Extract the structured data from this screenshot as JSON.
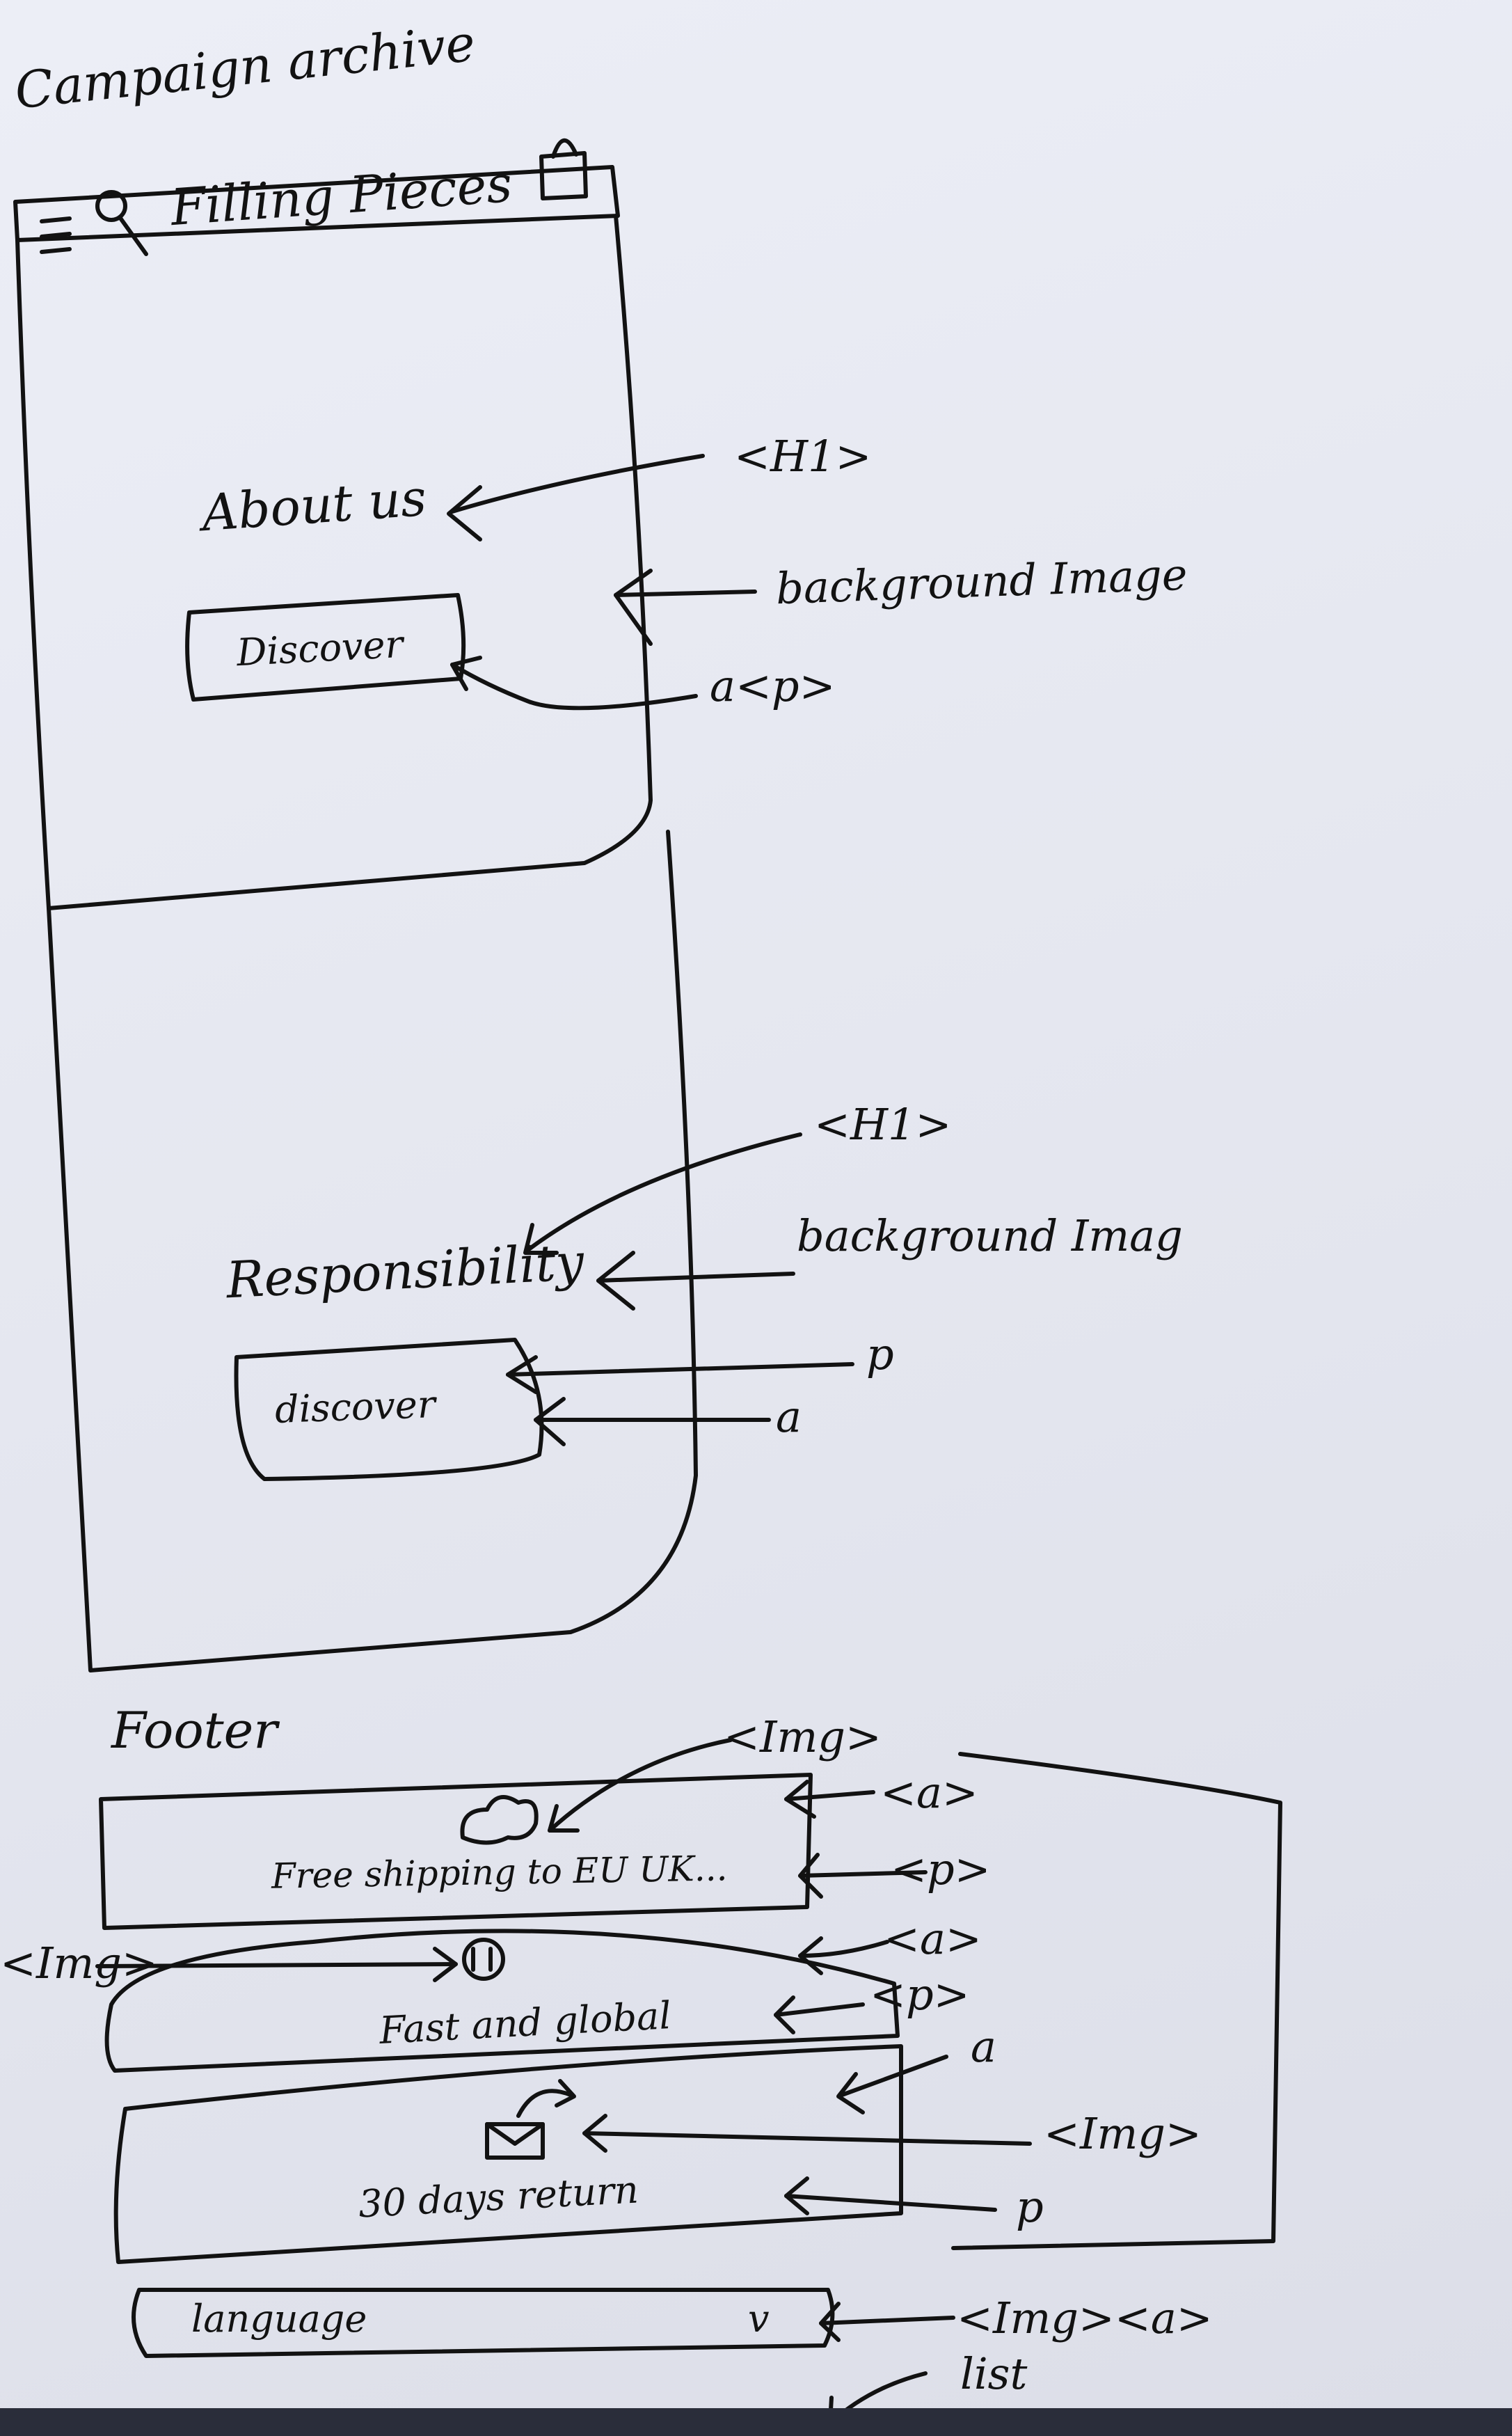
{
  "page_title": "Campaign archive",
  "header": {
    "brand": "Filling Pieces"
  },
  "hero1": {
    "heading": "About us",
    "button": "Discover"
  },
  "hero2": {
    "heading": "Responsibility",
    "button": "discover"
  },
  "annotations": {
    "h1_a": "<H1>",
    "bg_a": "background Image",
    "link_a": "a<p>",
    "h1_b": "<H1>",
    "bg_b": "background Imag",
    "p_b": "p",
    "a_b": "a",
    "img_1": "<Img>",
    "a_1": "<a>",
    "p_1": "<p>",
    "img_2": "<Img>",
    "a_2": "<a>",
    "p_2": "<p>",
    "a_3": "a",
    "img_3": "<Img>",
    "p_3": "p",
    "lang_note": "<Img><a>",
    "list_note": "list"
  },
  "footer": {
    "title": "Footer",
    "items": [
      {
        "text": "Free shipping to EU UK...",
        "icon": "cloud-icon"
      },
      {
        "text": "Fast and global",
        "icon": "globe-icon"
      },
      {
        "text": "30 days return",
        "icon": "return-box-icon"
      }
    ],
    "language_label": "language",
    "language_chevron": "v"
  }
}
